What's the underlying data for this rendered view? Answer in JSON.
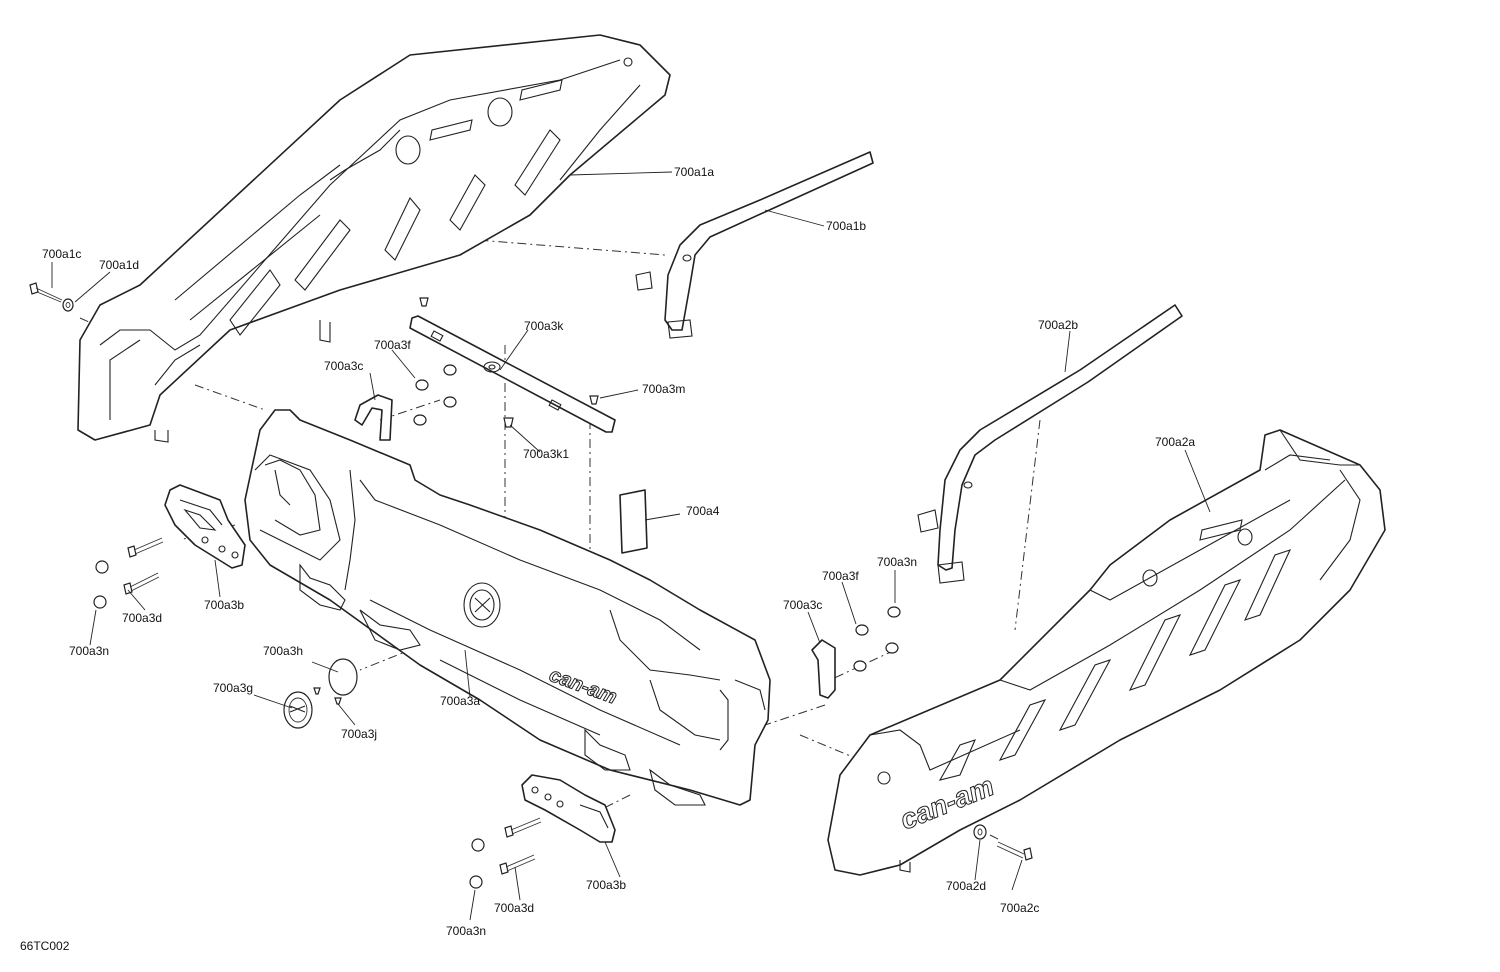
{
  "diagram_id": "66TC002",
  "callouts": {
    "a1a": "700a1a",
    "a1b": "700a1b",
    "a1c": "700a1c",
    "a1d": "700a1d",
    "a2a": "700a2a",
    "a2b": "700a2b",
    "a2c": "700a2c",
    "a2d": "700a2d",
    "a3a": "700a3a",
    "a3b_left": "700a3b",
    "a3b_bottom": "700a3b",
    "a3c_left": "700a3c",
    "a3c_right": "700a3c",
    "a3d_left": "700a3d",
    "a3d_bottom": "700a3d",
    "a3f_left": "700a3f",
    "a3f_right": "700a3f",
    "a3g": "700a3g",
    "a3h": "700a3h",
    "a3j": "700a3j",
    "a3k": "700a3k",
    "a3k1": "700a3k1",
    "a3m": "700a3m",
    "a3n_left": "700a3n",
    "a3n_right": "700a3n",
    "a3n_bottom": "700a3n",
    "a4": "700a4"
  },
  "brand_marks": [
    "can-am",
    "can-am"
  ]
}
